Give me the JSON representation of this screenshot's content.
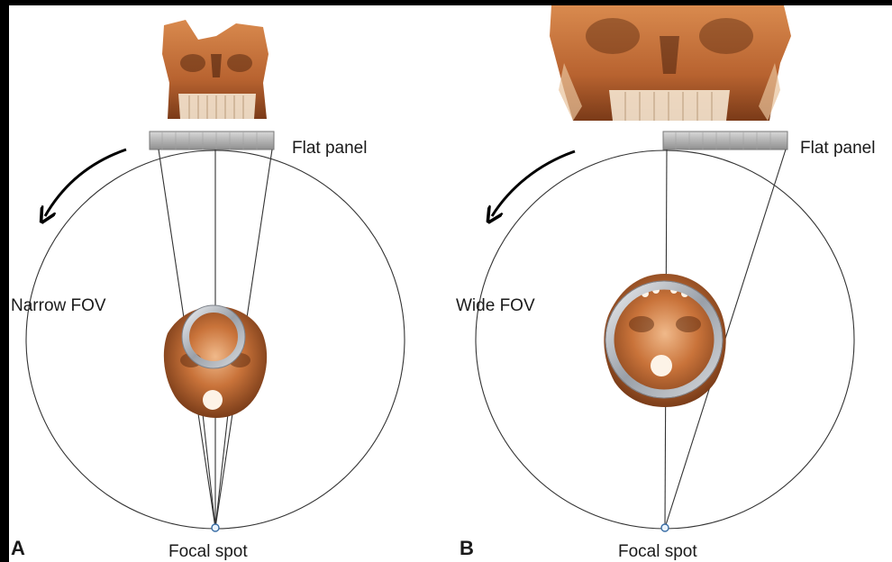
{
  "panels": [
    {
      "letter": "A",
      "fov_label": "Narrow FOV",
      "detector_label": "Flat panel",
      "source_label": "Focal spot",
      "fov_type": "narrow"
    },
    {
      "letter": "B",
      "fov_label": "Wide FOV",
      "detector_label": "Flat panel",
      "source_label": "Focal spot",
      "fov_type": "wide"
    }
  ],
  "colors": {
    "bone": "#c9733a",
    "bone_light": "#f2c9a0",
    "bone_dark": "#6e3414",
    "detector": "#b5b5b5",
    "fov_ring": "#a9adb4",
    "background": "#ffffff",
    "frame": "#000000"
  }
}
